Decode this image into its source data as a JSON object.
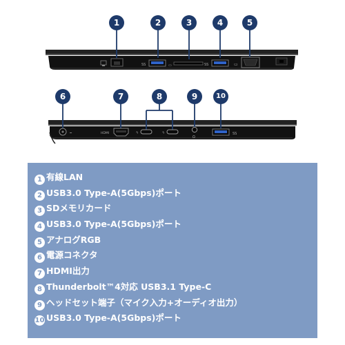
{
  "markers_top": [
    "1",
    "2",
    "3",
    "4",
    "5"
  ],
  "markers_bottom": [
    "6",
    "7",
    "8",
    "9",
    "10"
  ],
  "port_labels": {
    "hdmi": "HDMI",
    "usb_ss": "SS"
  },
  "legend": [
    {
      "num": "1",
      "text": "有線LAN"
    },
    {
      "num": "2",
      "text": "USB3.0 Type-A(5Gbps)ポート"
    },
    {
      "num": "3",
      "text": "SDメモリカード"
    },
    {
      "num": "4",
      "text": "USB3.0 Type-A(5Gbps)ポート"
    },
    {
      "num": "5",
      "text": "アナログRGB"
    },
    {
      "num": "6",
      "text": "電源コネクタ"
    },
    {
      "num": "7",
      "text": "HDMI出力"
    },
    {
      "num": "8",
      "text": "Thunderbolt™4対応 USB3.1 Type-C"
    },
    {
      "num": "9",
      "text": "ヘッドセット端子（マイク入力+オーディオ出力）"
    },
    {
      "num": "10",
      "text": "USB3.0 Type-A(5Gbps)ポート"
    }
  ],
  "colors": {
    "marker": "#1e3a6a",
    "caption_bg": "#7f9bc4",
    "usb_blue": "#2f63c8",
    "chassis": "#1a1a1a"
  }
}
